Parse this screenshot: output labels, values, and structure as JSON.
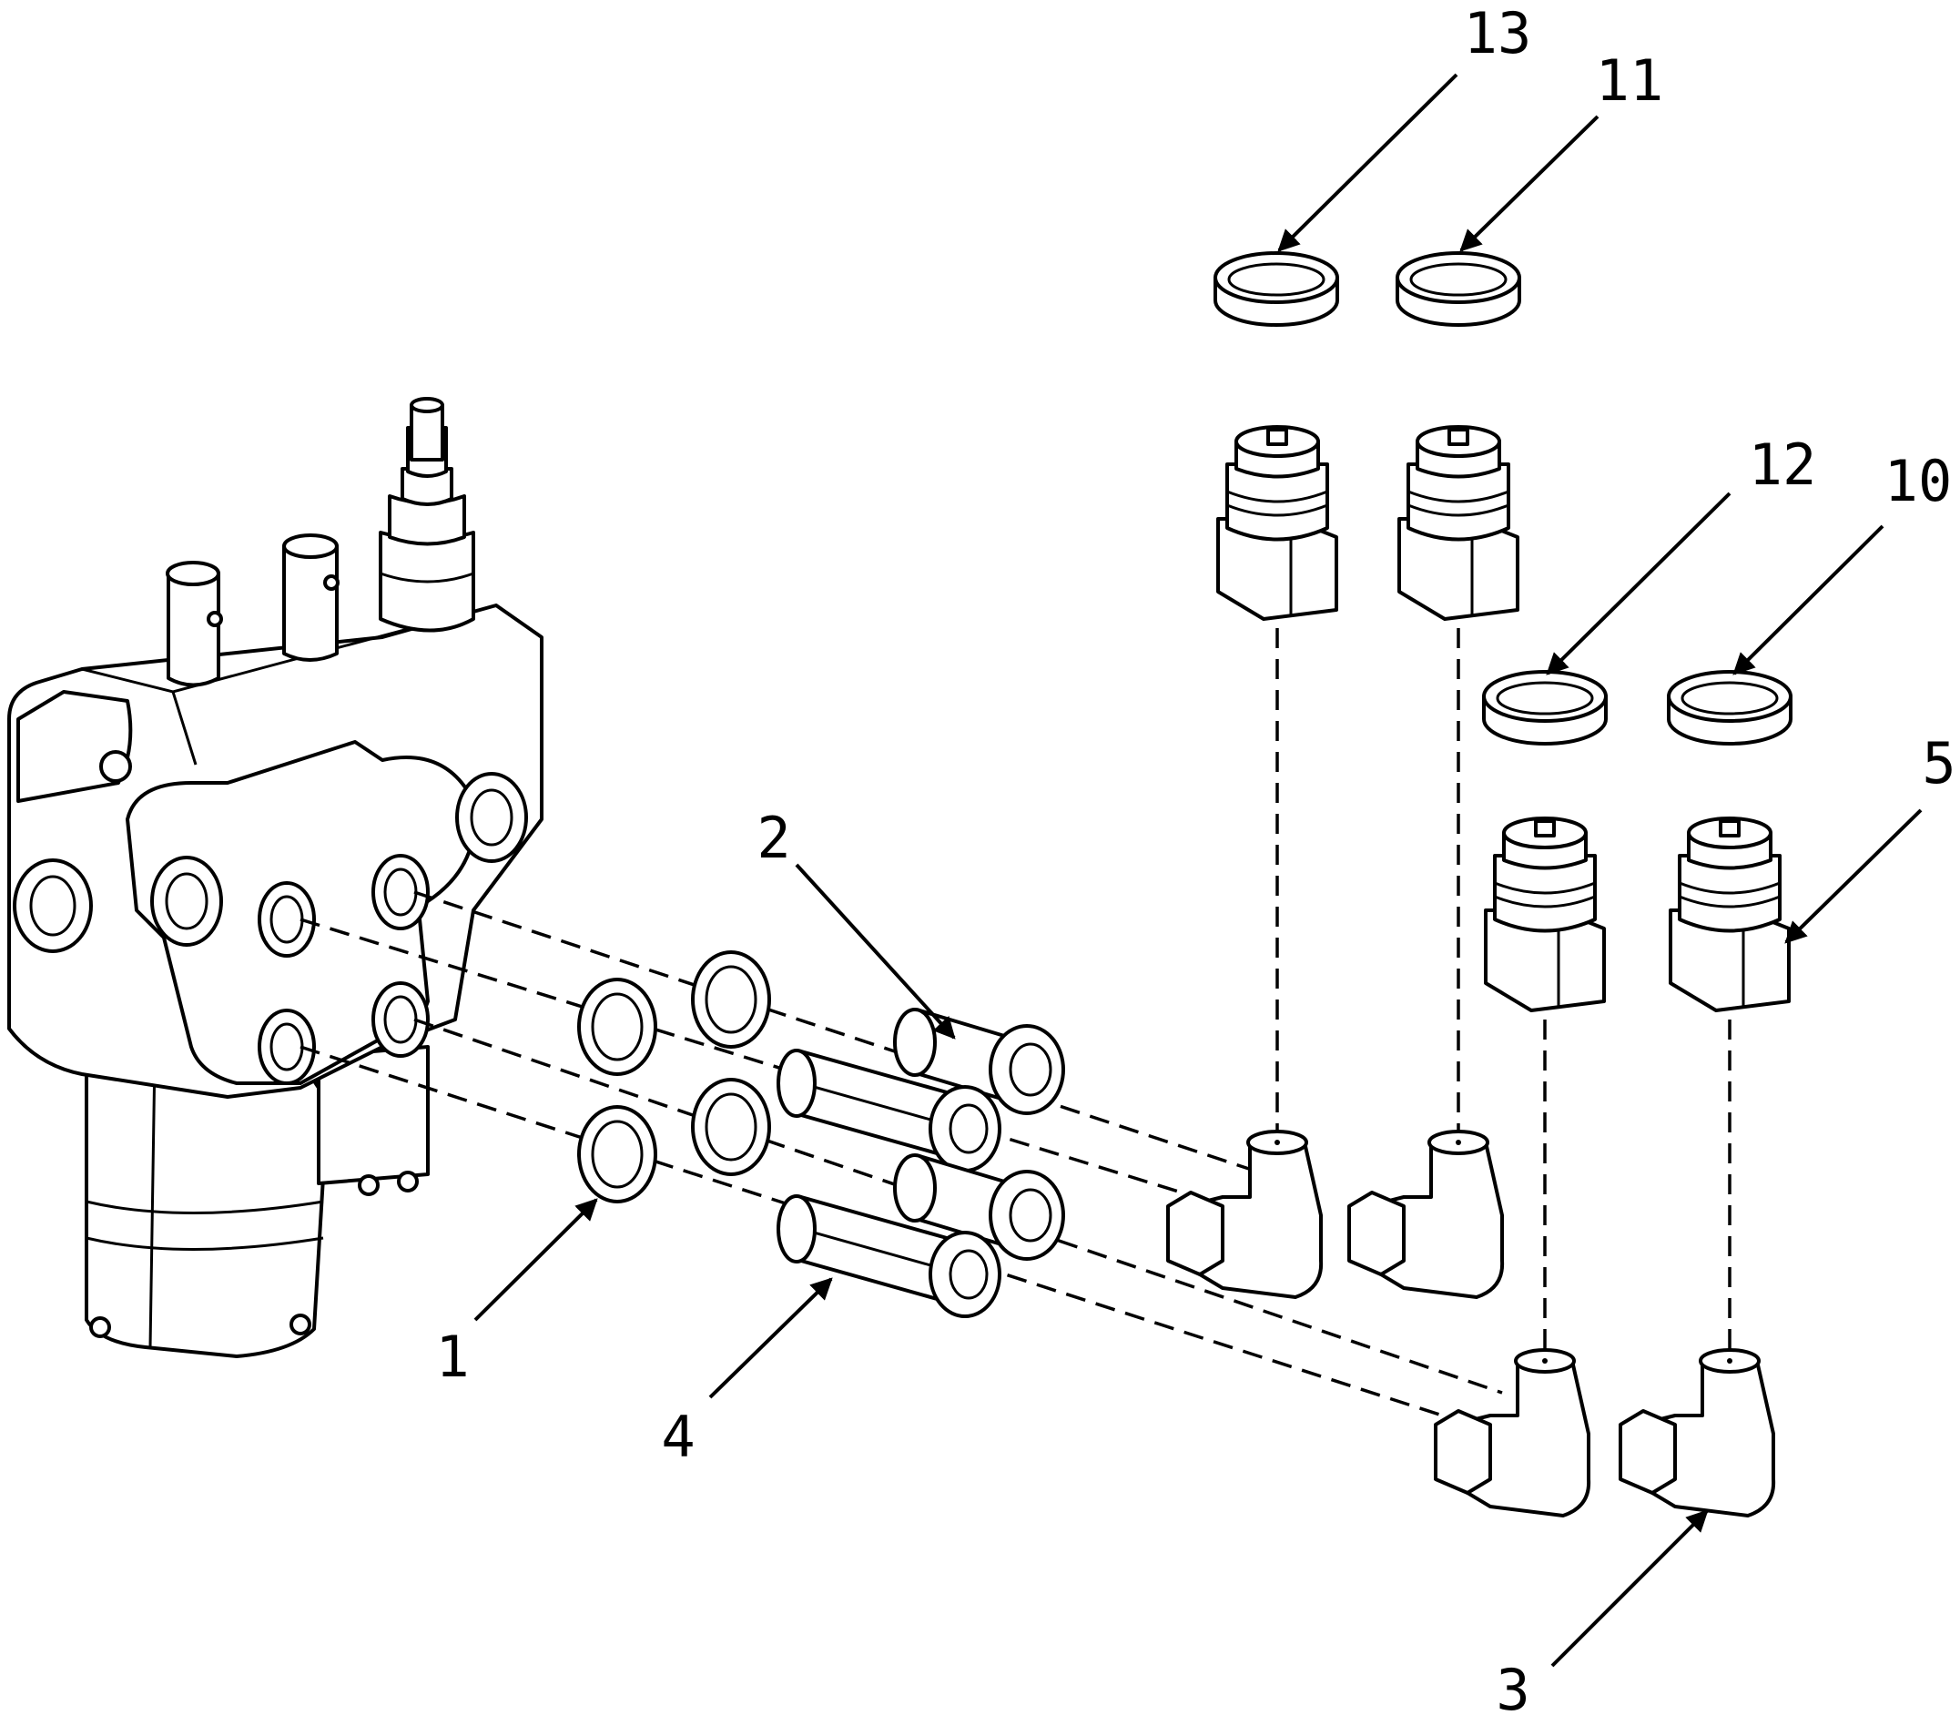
{
  "callouts": [
    {
      "id": "c1",
      "label": "1"
    },
    {
      "id": "c2",
      "label": "2"
    },
    {
      "id": "c3",
      "label": "3"
    },
    {
      "id": "c4",
      "label": "4"
    },
    {
      "id": "c5",
      "label": "5"
    },
    {
      "id": "c10",
      "label": "10"
    },
    {
      "id": "c11",
      "label": "11"
    },
    {
      "id": "c12",
      "label": "12"
    },
    {
      "id": "c13",
      "label": "13"
    }
  ],
  "colors": {
    "line": "#000000",
    "background": "#ffffff"
  }
}
